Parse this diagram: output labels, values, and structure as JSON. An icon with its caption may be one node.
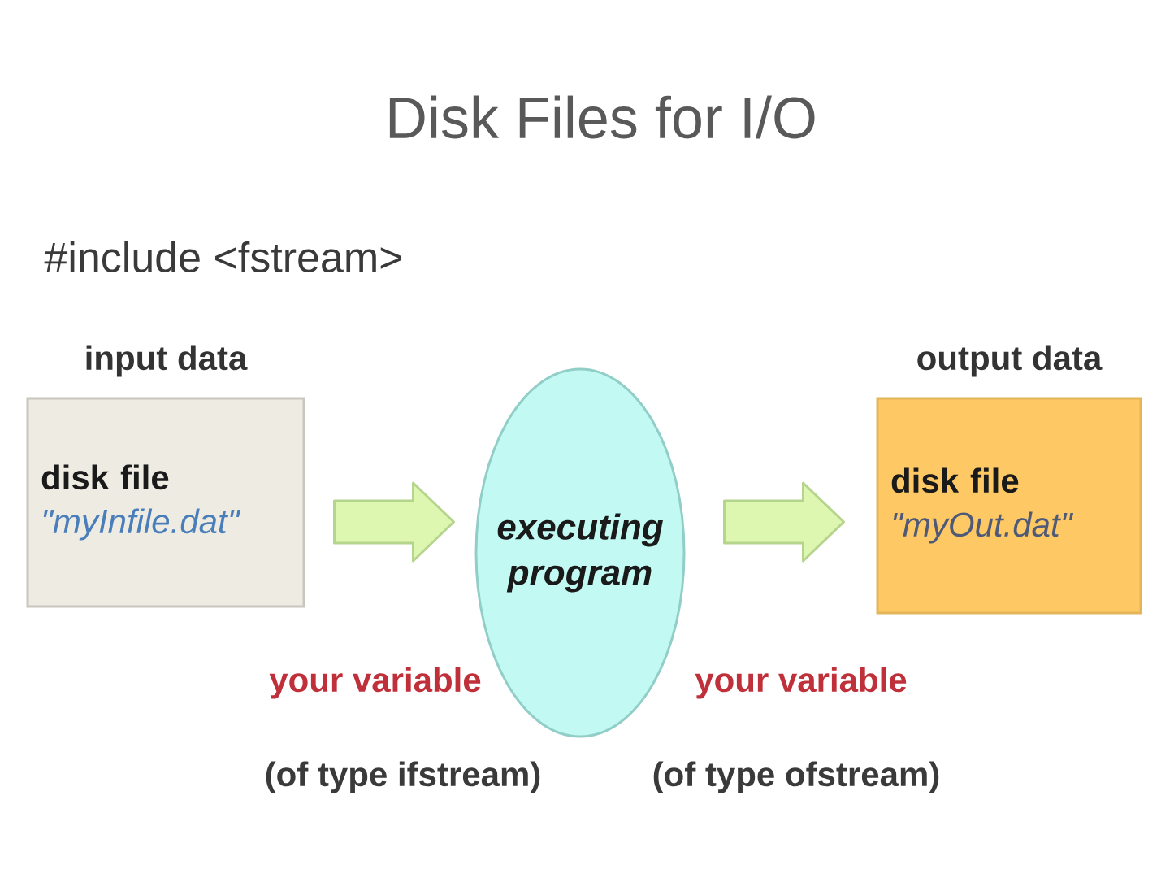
{
  "diagram": {
    "title": "Disk Files for I/O",
    "nodes": [
      {
        "text": [
          "input data",
          "disk file",
          "\"myInfile.dat\""
        ]
      },
      {
        "text": [
          "executing program"
        ]
      },
      {
        "text": [
          "output data",
          "disk file",
          "\"myOut.dat\""
        ]
      }
    ],
    "edges": [
      {
        "from": 0,
        "to": 1,
        "arrow": "to"
      },
      {
        "from": 1,
        "to": 2,
        "arrow": "to"
      }
    ],
    "labels": [
      "#include <fstream>",
      "your variable",
      "your variable",
      "(of type ifstream)",
      "(of type ofstream)"
    ]
  }
}
